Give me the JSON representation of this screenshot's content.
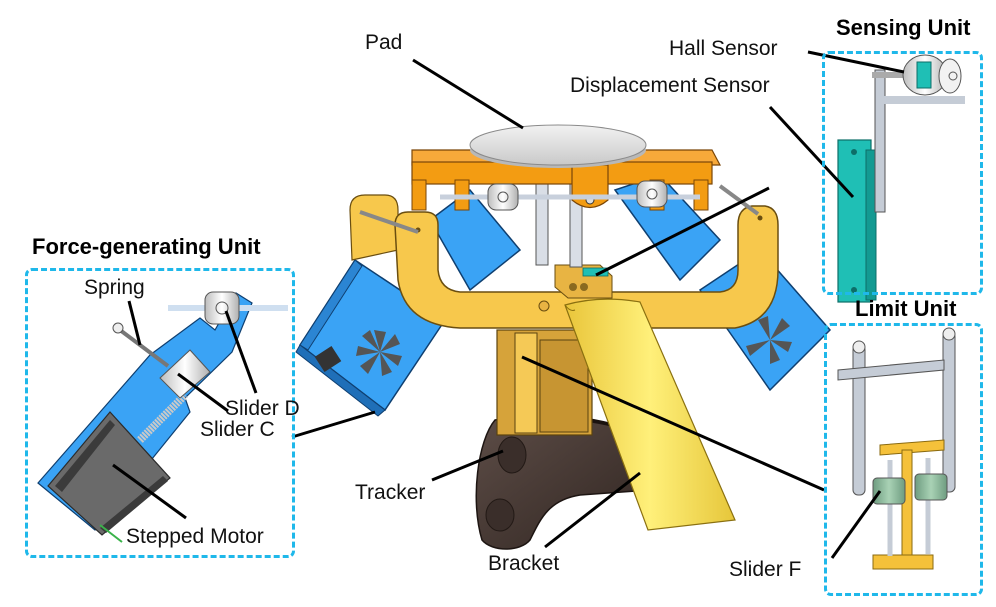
{
  "figure": {
    "description": "Exploded CAD illustration of a handheld haptic device with annotated sub-units",
    "colors": {
      "frame_yellow": "#f7c84c",
      "top_orange": "#f39c12",
      "housing_blue": "#3aa3f5",
      "sensor_teal": "#1fbfb5",
      "tracker_brown": "#4a3c37",
      "bracket_yellow": "#f5dd4a",
      "dashed_box_cyan": "#1fb8ea",
      "pad_gray": "#e2e2e2"
    }
  },
  "units": {
    "force": {
      "title": "Force-generating Unit"
    },
    "sensing": {
      "title": "Sensing Unit"
    },
    "limit": {
      "title": "Limit Unit"
    }
  },
  "labels": {
    "pad": "Pad",
    "hall_sensor": "Hall Sensor",
    "displacement_sensor": "Displacement Sensor",
    "spring": "Spring",
    "slider_d": "Slider D",
    "slider_c": "Slider C",
    "stepped_motor": "Stepped Motor",
    "tracker": "Tracker",
    "bracket": "Bracket",
    "slider_f": "Slider F"
  }
}
